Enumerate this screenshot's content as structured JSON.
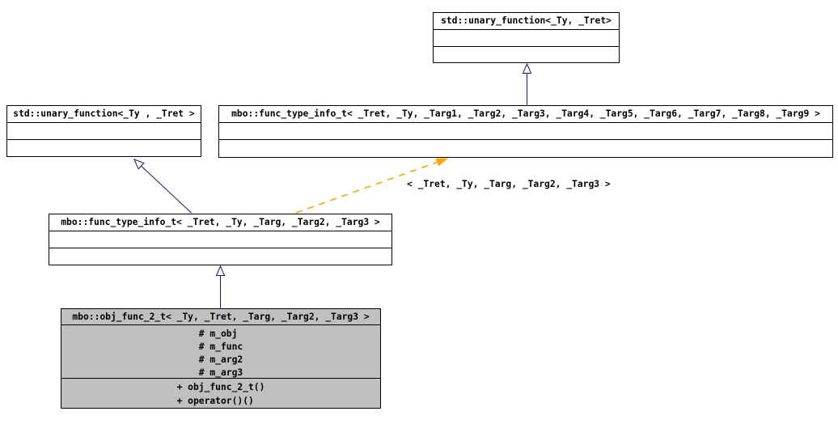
{
  "diagram": {
    "type": "uml-class-inheritance-graph",
    "colors": {
      "background": "#ffffff",
      "node_border": "#000000",
      "node_fill": "#ffffff",
      "focus_node_fill": "#c0c0c0",
      "inheritance_edge": "#191970",
      "template_edge": "#ffa500",
      "text": "#000000"
    },
    "nodes": {
      "std_unary_function_top": {
        "title": "std::unary_function<_Ty, _Tret>"
      },
      "std_unary_function_left": {
        "title": "std::unary_function<_Ty , _Tret >"
      },
      "func_type_info_9args": {
        "title": "mbo::func_type_info_t< _Tret, _Ty, _Targ1, _Targ2, _Targ3, _Targ4, _Targ5, _Targ6, _Targ7, _Targ8, _Targ9 >"
      },
      "func_type_info_3args": {
        "title": "mbo::func_type_info_t< _Tret, _Ty, _Targ, _Targ2, _Targ3 >"
      },
      "obj_func_2_t": {
        "title": "mbo::obj_func_2_t< _Ty, _Tret, _Targ, _Targ2, _Targ3 >",
        "attributes": [
          "# m_obj",
          "# m_func",
          "# m_arg2",
          "# m_arg3"
        ],
        "methods": [
          "+ obj_func_2_t()",
          "+ operator()()"
        ]
      }
    },
    "edges": {
      "template_instantiation_label": "< _Tret, _Ty, _Targ, _Targ2, _Targ3 >"
    }
  }
}
